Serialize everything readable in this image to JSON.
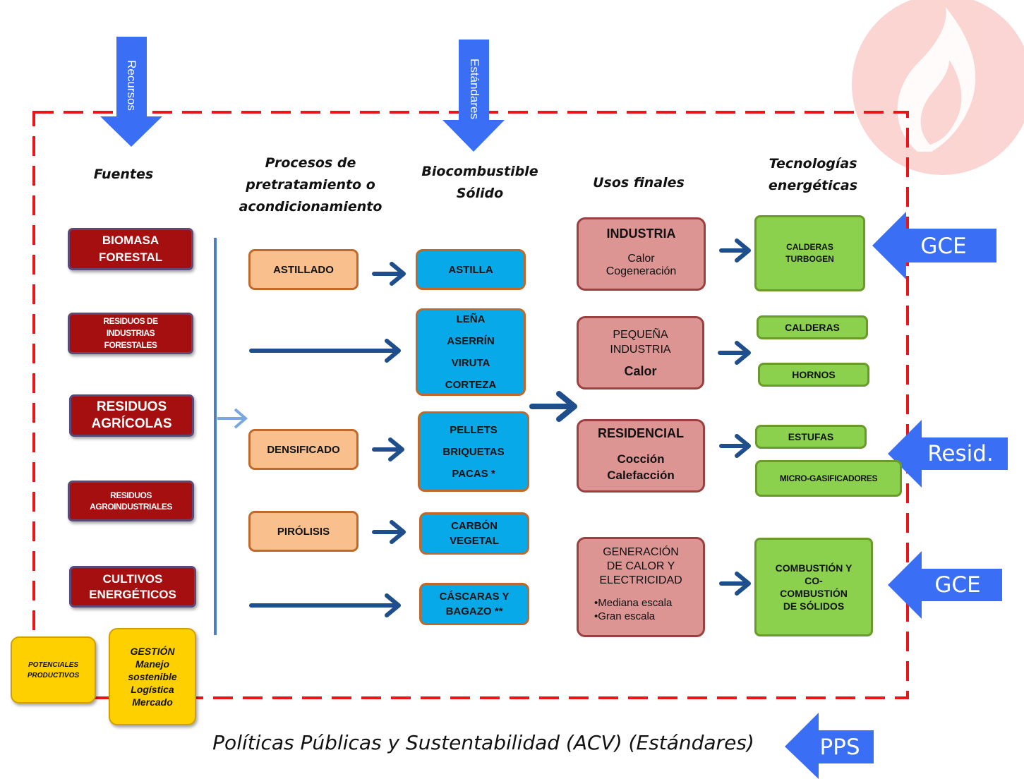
{
  "top_arrows": {
    "resources": "Recursos",
    "standards": "Estándares"
  },
  "headers": {
    "sources": "Fuentes",
    "processes": [
      "Procesos de",
      "pretratamiento o",
      "acondicionamiento"
    ],
    "biofuel": [
      "Biocombustible",
      "Sólido"
    ],
    "end_uses": "Usos finales",
    "technologies": [
      "Tecnologías",
      "energéticas"
    ]
  },
  "sources": [
    [
      "BIOMASA",
      "FORESTAL"
    ],
    [
      "RESIDUOS DE",
      "INDUSTRIAS",
      "FORESTALES"
    ],
    [
      "RESIDUOS",
      "AGRÍCOLAS"
    ],
    [
      "RESIDUOS",
      "AGROINDUSTRIALES"
    ],
    [
      "CULTIVOS",
      "ENERGÉTICOS"
    ]
  ],
  "processes": [
    "ASTILLADO",
    "DENSIFICADO",
    "PIRÓLISIS"
  ],
  "biofuels": [
    [
      "ASTILLA"
    ],
    [
      "LEÑA",
      "ASERRÍN",
      "VIRUTA",
      "CORTEZA"
    ],
    [
      "PELLETS",
      "BRIQUETAS",
      "PACAS *"
    ],
    [
      "CARBÓN",
      "VEGETAL"
    ],
    [
      "CÁSCARAS Y",
      "BAGAZO **"
    ]
  ],
  "end_uses": {
    "industria": {
      "title": "INDUSTRIA",
      "lines": [
        "Calor",
        "Cogeneración"
      ]
    },
    "pequena": {
      "title": [
        "PEQUEÑA",
        "INDUSTRIA"
      ],
      "lines": [
        "Calor"
      ]
    },
    "residencial": {
      "title": "RESIDENCIAL",
      "lines": [
        "Cocción",
        "Calefacción"
      ]
    },
    "generacion": {
      "title": [
        "GENERACIÓN",
        "DE CALOR Y",
        "ELECTRICIDAD"
      ],
      "lines": [
        "•Mediana escala",
        "•Gran escala"
      ]
    }
  },
  "technologies": {
    "calderas_turbogen": [
      "CALDERAS",
      "TURBOGEN"
    ],
    "calderas": "CALDERAS",
    "hornos": "HORNOS",
    "estufas": "ESTUFAS",
    "micro": "MICRO-GASIFICADORES",
    "combustion": [
      "COMBUSTIÓN Y",
      "CO-",
      "COMBUSTIÓN",
      "DE SÓLIDOS"
    ]
  },
  "side_arrows": {
    "gce_top": "GCE",
    "resid": "Resid.",
    "gce_bottom": "GCE",
    "pps": "PPS"
  },
  "bottom_boxes": {
    "potenciales": [
      "POTENCIALES",
      "PRODUCTIVOS"
    ],
    "gestion": [
      "GESTIÓN",
      "Manejo",
      "sostenible",
      "Logística",
      "Mercado"
    ]
  },
  "footer": "Políticas Públicas y Sustentabilidad (ACV) (Estándares)",
  "colors": {
    "dashed_border": "#e8161b",
    "blue_arrow": "#3a6ff5",
    "flow_arrow": "#1f4e8c",
    "source_fill": "#a50f0f",
    "process_fill": "#f9c08e",
    "fuel_fill": "#08a9e8",
    "use_fill": "#dc9593",
    "tech_fill": "#8bd14e",
    "gold_fill": "#fed000"
  },
  "icons": [
    "flame-logo-icon"
  ]
}
